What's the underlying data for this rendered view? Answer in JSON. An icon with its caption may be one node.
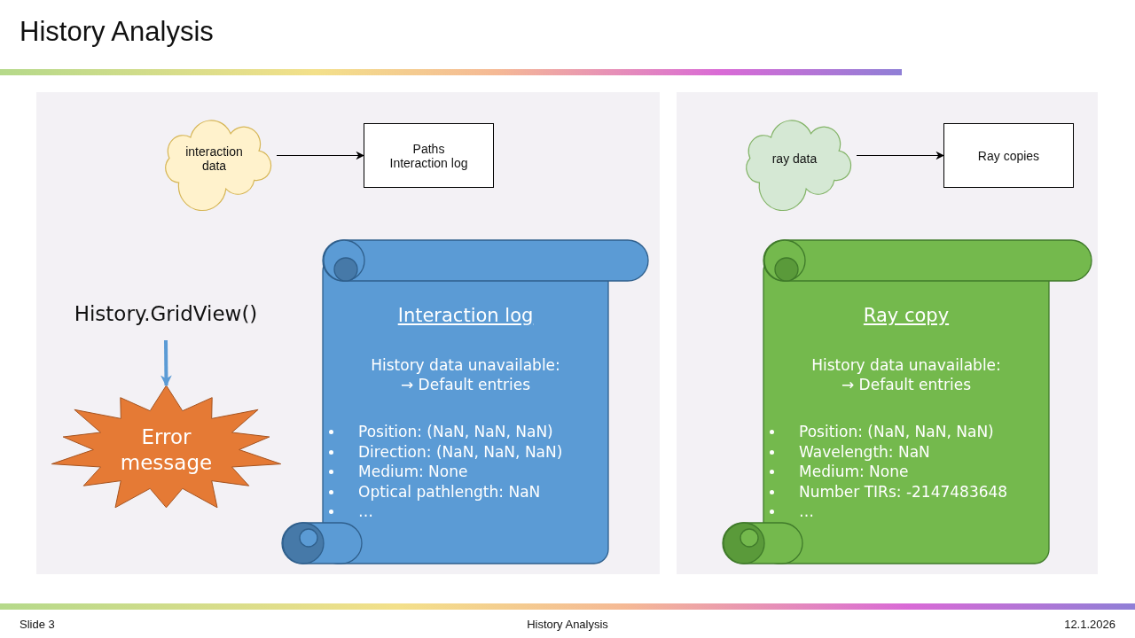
{
  "diagram": {
    "title": "History Analysis",
    "nodes": [
      {
        "text": [
          "interaction data"
        ]
      },
      {
        "text": [
          "Paths Interaction log"
        ]
      },
      {
        "text": [
          "History.GridView()"
        ]
      },
      {
        "text": [
          "Error message"
        ]
      },
      {
        "text": [
          "Interaction log",
          "History data unavailable: → Default entries",
          "Position: (NaN, NaN, NaN)",
          "Direction: (NaN, NaN, NaN)",
          "Medium: None",
          "Optical pathlength: NaN",
          "…"
        ]
      },
      {
        "text": [
          "ray data"
        ]
      },
      {
        "text": [
          "Ray copies"
        ]
      },
      {
        "text": [
          "Ray copy",
          "History data unavailable: → Default entries",
          "Position: (NaN, NaN, NaN)",
          "Wavelength: NaN",
          "Medium: None",
          "Number TIRs: -2147483648",
          "…"
        ]
      }
    ],
    "edges": [
      {
        "from": 0,
        "to": 1,
        "arrow": "to"
      },
      {
        "from": 2,
        "to": 3,
        "arrow": "to",
        "style": "thick",
        "color": "#5b9bd5"
      },
      {
        "from": 5,
        "to": 6,
        "arrow": "to"
      }
    ],
    "labels": [
      "Slide 3",
      "History Analysis",
      "12.1.2026"
    ]
  }
}
